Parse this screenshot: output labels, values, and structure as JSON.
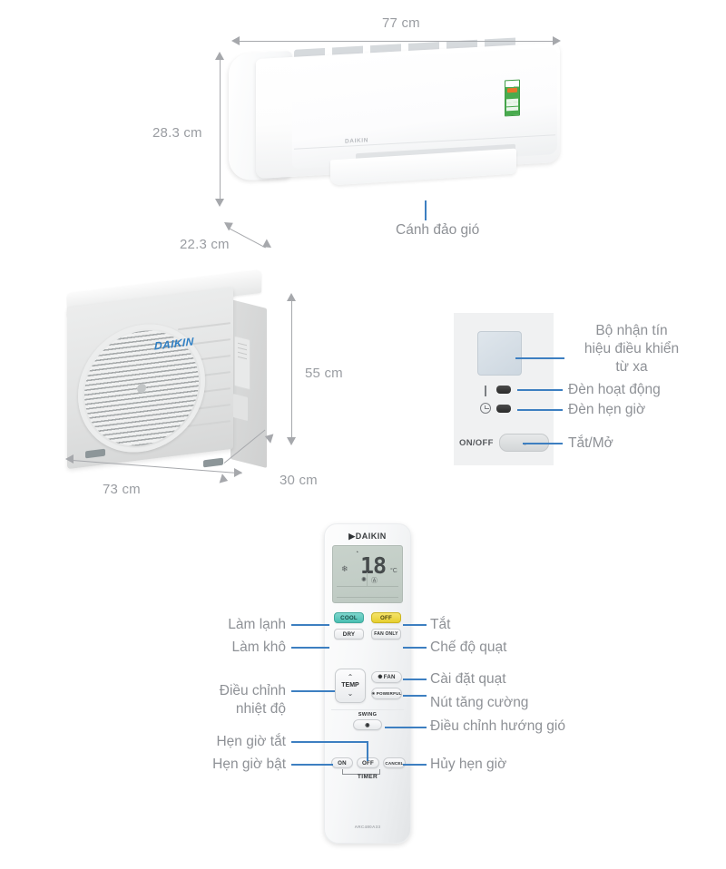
{
  "indoor_unit": {
    "name": "indoor-unit",
    "brand": "DAIKIN",
    "dimensions": {
      "width": "77 cm",
      "height": "28.3 cm",
      "depth": "22.3 cm"
    },
    "callouts": [
      {
        "key": "louver",
        "label": "Cánh đảo gió"
      }
    ]
  },
  "outdoor_unit": {
    "name": "outdoor-unit",
    "brand": "DAIKIN",
    "dimensions": {
      "width": "73 cm",
      "height": "55 cm",
      "depth": "30 cm"
    }
  },
  "display_panel": {
    "onoff_text": "ON/OFF",
    "callouts": [
      {
        "key": "receiver",
        "label": "Bộ nhận tín\nhiệu điều khiển\ntừ xa",
        "line1": "Bộ nhận tín",
        "line2": "hiệu điều khiển",
        "line3": "từ xa"
      },
      {
        "key": "operation-lamp",
        "label": "Đèn hoạt động"
      },
      {
        "key": "timer-lamp",
        "label": "Đèn hẹn giờ"
      },
      {
        "key": "power-button",
        "label": "Tắt/Mở"
      }
    ]
  },
  "remote": {
    "brand": "DAIKIN",
    "model": "ARC480A33",
    "lcd": {
      "temperature": "18",
      "unit": "°C"
    },
    "buttons": {
      "cool": "COOL",
      "off": "OFF",
      "dry": "DRY",
      "fan_only": "FAN ONLY",
      "temp": "TEMP",
      "temp_up": "⌃",
      "temp_down": "⌄",
      "fan": "FAN",
      "powerful": "POWERFUL",
      "swing": "SWING",
      "timer_on": "ON",
      "timer_off": "OFF",
      "timer_cancel": "CANCEL",
      "timer_group": "TIMER"
    },
    "labels_left": [
      {
        "key": "cool",
        "label": "Làm lạnh"
      },
      {
        "key": "dry",
        "label": "Làm khô"
      },
      {
        "key": "temp",
        "label": "Điều chỉnh\nnhiệt độ",
        "line1": "Điều chỉnh",
        "line2": "nhiệt độ"
      },
      {
        "key": "timer-off",
        "label": "Hẹn giờ tắt"
      },
      {
        "key": "timer-on",
        "label": "Hẹn giờ bật"
      }
    ],
    "labels_right": [
      {
        "key": "off",
        "label": "Tắt"
      },
      {
        "key": "fan-only",
        "label": "Chế độ quạt"
      },
      {
        "key": "fan",
        "label": "Cài đặt quạt"
      },
      {
        "key": "powerful",
        "label": "Nút tăng cường"
      },
      {
        "key": "swing",
        "label": "Điều chỉnh hướng gió"
      },
      {
        "key": "timer-cancel",
        "label": "Hủy hẹn giờ"
      }
    ]
  },
  "colors": {
    "leader_line": "#3d7fc1",
    "dimension_text": "#9a9da2",
    "label_text": "#8e9196",
    "cool_button": "#49bfb2",
    "off_button": "#e7cf2f",
    "daikin_blue": "#2f7fc4",
    "panel_bg": "#f0f1f2"
  }
}
